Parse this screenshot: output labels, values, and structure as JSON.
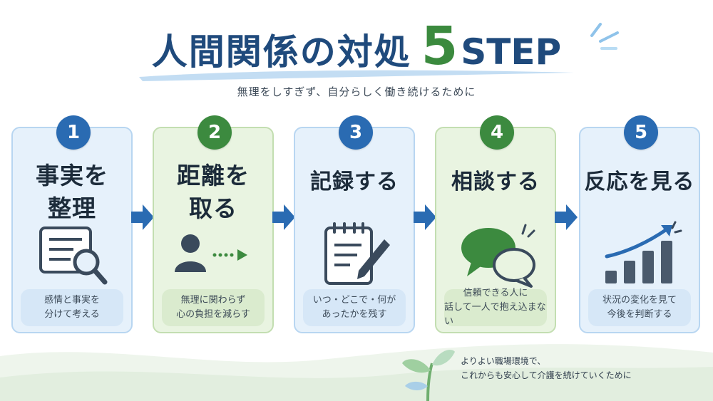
{
  "header": {
    "title": "人間関係の対処",
    "title_number": "5",
    "title_suffix": "STEP",
    "subtitle": "無理をしすぎず、自分らしく働き続けるために"
  },
  "colors": {
    "navy": "#1f4a7c",
    "green": "#3b8a3e",
    "blue_badge": "#2a6bb2",
    "blue_card": "#e6f1fb",
    "green_card": "#e9f4e1"
  },
  "steps": [
    {
      "number": "1",
      "title_line1": "事実を",
      "title_line2": "整理",
      "desc_line1": "感情と事実を",
      "desc_line2": "分けて考える",
      "icon": "document-magnifier-icon",
      "theme": "blue"
    },
    {
      "number": "2",
      "title_line1": "距離を",
      "title_line2": "取る",
      "desc_line1": "無理に関わらず",
      "desc_line2": "心の負担を減らす",
      "icon": "person-distance-arrow-icon",
      "theme": "green"
    },
    {
      "number": "3",
      "title_line1": "記録する",
      "title_line2": "",
      "desc_line1": "いつ・どこで・何が",
      "desc_line2": "あったかを残す",
      "icon": "notepad-pencil-icon",
      "theme": "blue"
    },
    {
      "number": "4",
      "title_line1": "相談する",
      "title_line2": "",
      "desc_line1": "信頼できる人に",
      "desc_line2": "話して一人で抱え込まない",
      "icon": "speech-bubbles-icon",
      "theme": "green"
    },
    {
      "number": "5",
      "title_line1": "反応を見る",
      "title_line2": "",
      "desc_line1": "状況の変化を見て",
      "desc_line2": "今後を判断する",
      "icon": "rising-bar-chart-icon",
      "theme": "blue"
    }
  ],
  "footer": {
    "line1": "よりよい職場環境で、",
    "line2": "これからも安心して介護を続けていくために",
    "icon": "sprout-icon"
  }
}
